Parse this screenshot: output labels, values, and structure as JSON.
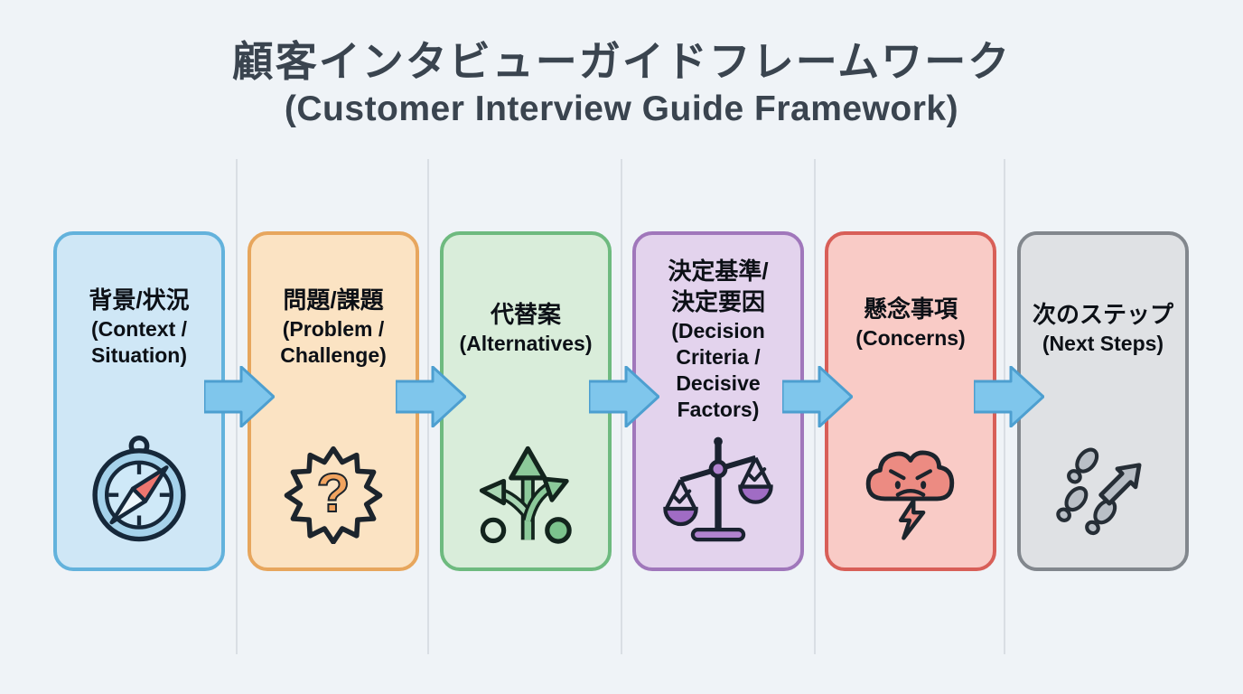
{
  "title": {
    "jp": "顧客インタビューガイドフレームワーク",
    "en": "(Customer Interview Guide Framework)"
  },
  "colors": {
    "background": "#eff3f7",
    "title_text": "#3a444f",
    "card_text": "#0c1016",
    "divider": "#d9dee4",
    "arrow_fill": "#7fc6ec",
    "arrow_stroke": "#4d9fd0"
  },
  "steps": [
    {
      "jp": "背景/状況",
      "en": "(Context / Situation)",
      "icon": "compass-icon",
      "bg": "#cfe7f6",
      "border": "#63b2dc"
    },
    {
      "jp": "問題/課題",
      "en": "(Problem / Challenge)",
      "icon": "question-burst-icon",
      "bg": "#fbe3c3",
      "border": "#e7a65d"
    },
    {
      "jp": "代替案",
      "en": "(Alternatives)",
      "icon": "branching-arrows-icon",
      "bg": "#d9edda",
      "border": "#6eba7f"
    },
    {
      "jp": "決定基準/\n決定要因",
      "en": "(Decision Criteria / Decisive Factors)",
      "icon": "balance-scale-icon",
      "bg": "#e3d3ed",
      "border": "#a077bb"
    },
    {
      "jp": "懸念事項",
      "en": "(Concerns)",
      "icon": "angry-storm-cloud-icon",
      "bg": "#f9cbc6",
      "border": "#d85f58"
    },
    {
      "jp": "次のステップ",
      "en": "(Next Steps)",
      "icon": "footsteps-arrow-icon",
      "bg": "#dfe1e4",
      "border": "#82878d"
    }
  ]
}
